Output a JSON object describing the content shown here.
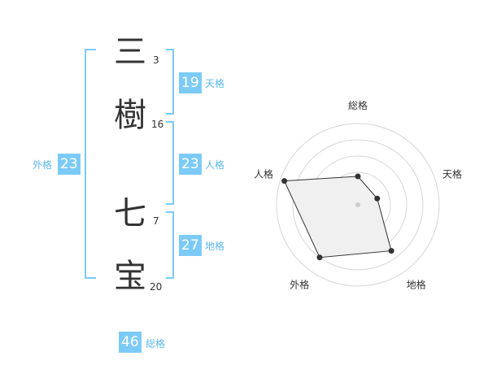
{
  "name": {
    "chars": [
      {
        "char": "三",
        "strokes": "3"
      },
      {
        "char": "樹",
        "strokes": "16"
      },
      {
        "char": "七",
        "strokes": "7"
      },
      {
        "char": "宝",
        "strokes": "20"
      }
    ]
  },
  "fortunes": {
    "tenkaku": {
      "value": "19",
      "label": "天格"
    },
    "jinkaku": {
      "value": "23",
      "label": "人格"
    },
    "chikaku": {
      "value": "27",
      "label": "地格"
    },
    "gaikaku": {
      "value": "23",
      "label": "外格"
    },
    "soukaku": {
      "value": "46",
      "label": "総格"
    }
  },
  "colors": {
    "accent": "#7ccbf7",
    "accent_text": "#5bb8f0",
    "radar_fill": "#f0f0f0"
  },
  "chart_data": {
    "type": "radar",
    "axes": [
      "総格",
      "天格",
      "地格",
      "外格",
      "人格"
    ],
    "values": [
      0.35,
      0.25,
      0.7,
      0.8,
      0.95
    ],
    "scale": [
      0,
      1
    ],
    "rings": 5
  }
}
